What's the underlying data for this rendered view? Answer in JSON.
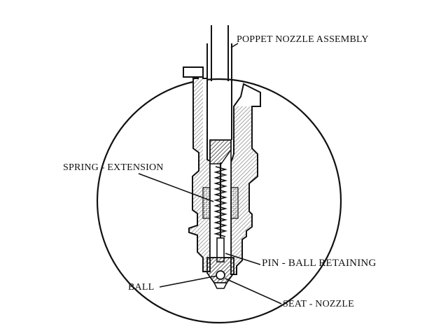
{
  "labels": {
    "poppet_nozzle_assembly": "POPPET NOZZLE ASSEMBLY",
    "spring_extension": "SPRING - EXTENSION",
    "pin_ball_retaining": "PIN - BALL RETAINING",
    "ball": "BALL",
    "seat_nozzle": "SEAT - NOZZLE"
  },
  "colors": {
    "ink": "#111111",
    "paper": "#ffffff",
    "hatch": "#333333"
  }
}
